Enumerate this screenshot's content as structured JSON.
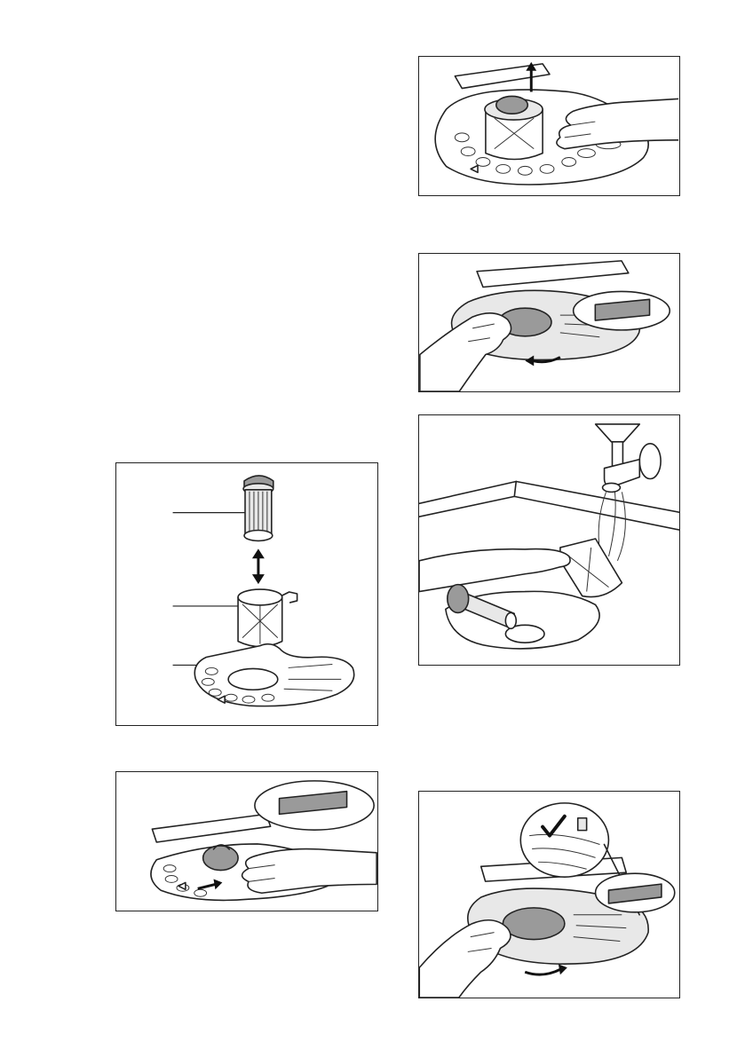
{
  "panels": [
    {
      "id": "fig-remove-filter",
      "icons": [
        "hand-icon",
        "up-arrow-icon",
        "filter-icon"
      ]
    },
    {
      "id": "fig-rotate-flat-filter",
      "icons": [
        "hand-icon",
        "rotate-arrow-icon",
        "magnifier-icon"
      ]
    },
    {
      "id": "fig-rinse-filter",
      "icons": [
        "tap-icon",
        "water-icon",
        "filter-icon"
      ]
    },
    {
      "id": "fig-filter-parts",
      "icons": [
        "filter-icon",
        "double-arrow-icon",
        "flat-filter-icon"
      ]
    },
    {
      "id": "fig-insert-filter",
      "icons": [
        "hand-icon",
        "right-arrow-icon",
        "magnifier-icon"
      ]
    },
    {
      "id": "fig-lock-filter",
      "icons": [
        "hand-icon",
        "checkmark-icon",
        "rotate-arrow-icon"
      ]
    }
  ]
}
